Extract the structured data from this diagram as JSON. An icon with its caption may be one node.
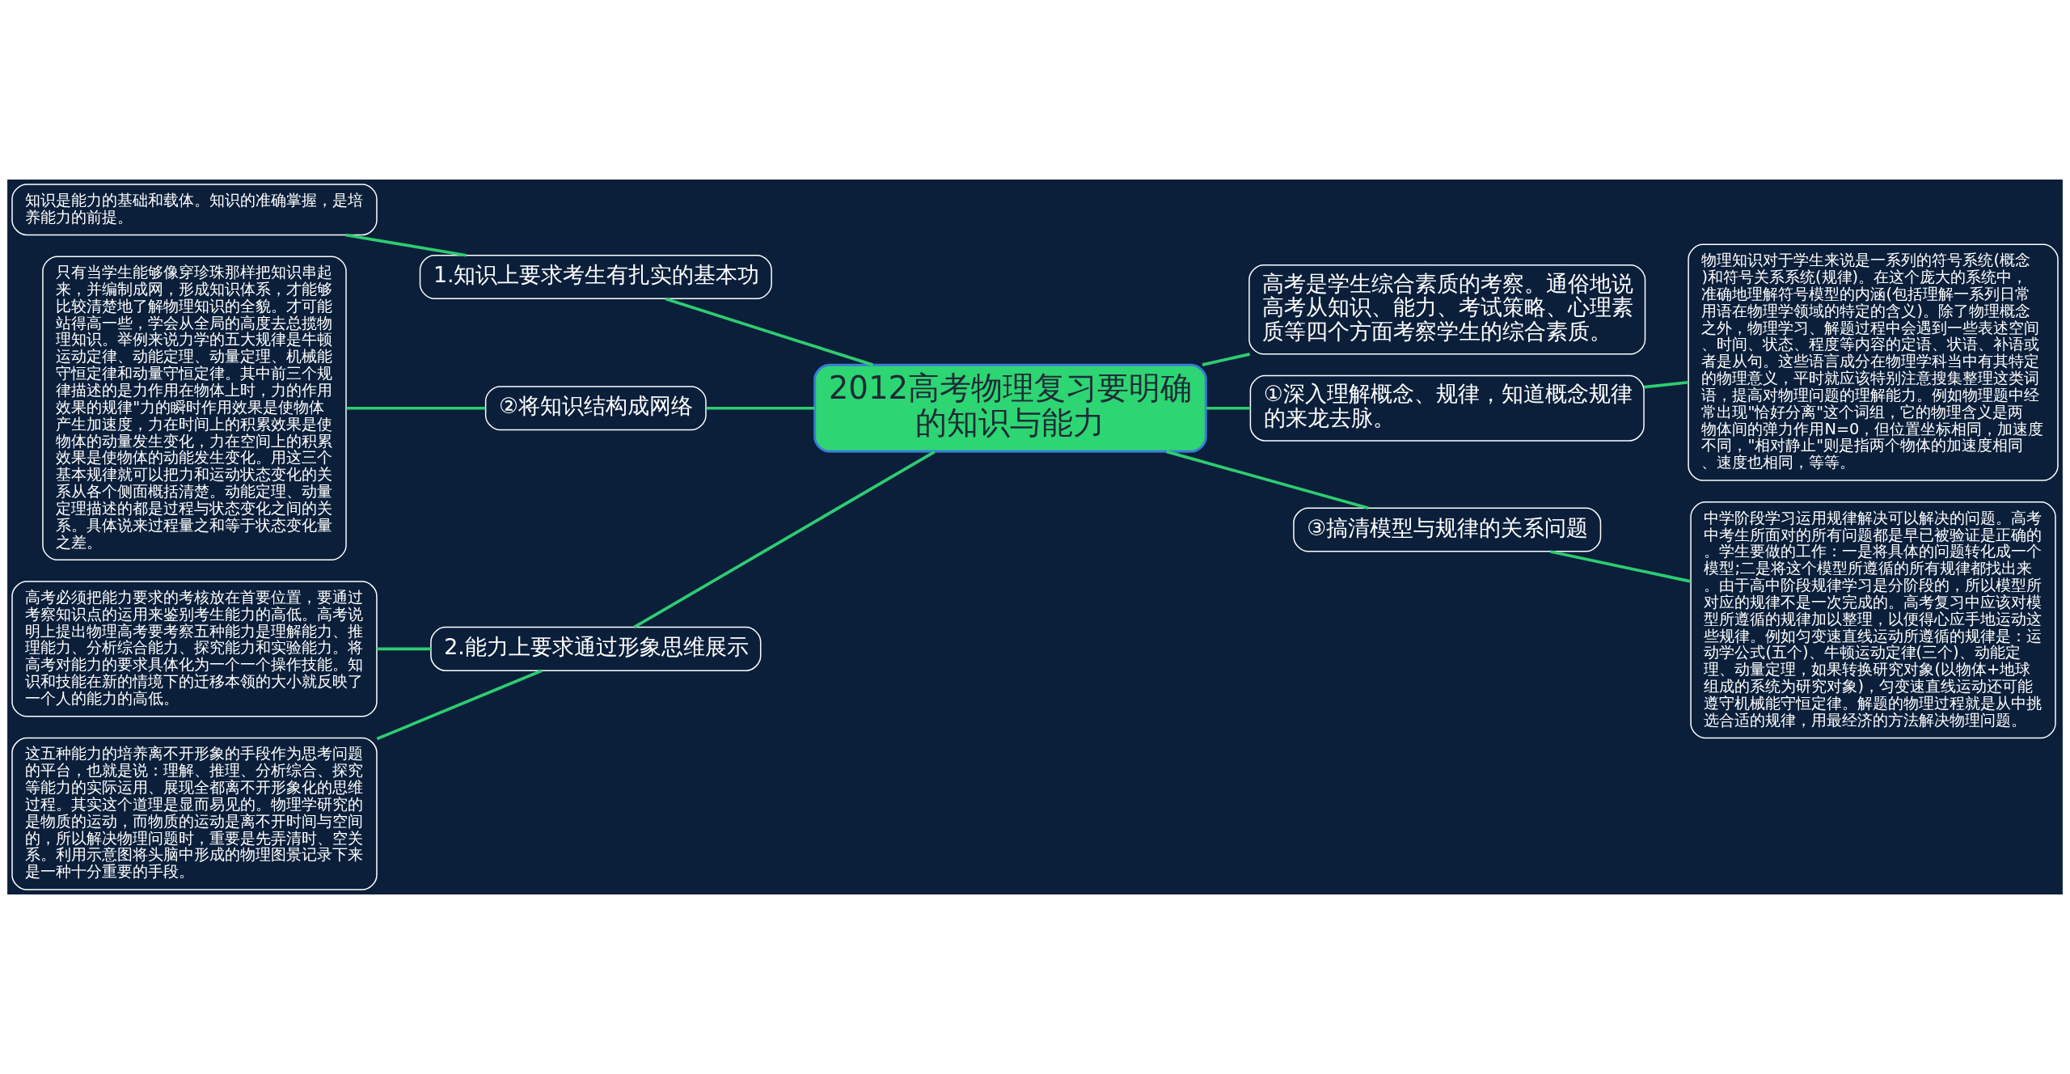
{
  "diagram": {
    "nodes": [
      {
        "text": [
          "2012高考物理复习要明确的知识与能力"
        ]
      },
      {
        "text": [
          "1.知识上要求考生有扎实的基本功"
        ]
      },
      {
        "text": [
          "知识是能力的基础和载体。知识的准确掌握，是培养能力的前提。"
        ]
      },
      {
        "text": [
          "②将知识结构成网络"
        ]
      },
      {
        "text": [
          "只有当学生能够像穿珍珠那样把知识串起来，并编制成网，形成知识体系，才能够比较清楚地了解物理知识的全貌。才可能站得高一些，学会从全局的高度去总揽物理知识。举例来说力学的五大规律是牛顿运动定律、动能定理、动量定理、机械能守恒定律和动量守恒定律。其中前三个规律描述的是力作用在物体上时，力的作用效果的规律\"力的瞬时作用效果是使物体产生加速度，力在时间上的积累效果是使物体的动量发生变化，力在空间上的积累效果是使物体的动能发生变化。用这三个基本规律就可以把力和运动状态变化的关系从各个侧面概括清楚。动能定理、动量定理描述的都是过程与状态变化之间的关系。具体说来过程量之和等于状态变化量之差。"
        ]
      },
      {
        "text": [
          "2.能力上要求通过形象思维展示"
        ]
      },
      {
        "text": [
          "高考必须把能力要求的考核放在首要位置，要通过考察知识点的运用来鉴别考生能力的高低。高考说明上提出物理高考要考察五种能力是理解能力、推理能力、分析综合能力、探究能力和实验能力。将高考对能力的要求具体化为一个一个操作技能。知识和技能在新的情境下的迁移本领的大小就反映了一个人的能力的高低。"
        ]
      },
      {
        "text": [
          "这五种能力的培养离不开形象的手段作为思考问题的平台，也就是说：理解、推理、分析综合、探究等能力的实际运用、展现全都离不开形象化的思维过程。其实这个道理是显而易见的。物理学研究的是物质的运动，而物质的运动是离不开时间与空间的，所以解决物理问题时，重要是先弄清时、空关系。利用示意图将头脑中形成的物理图景记录下来是一种十分重要的手段。"
        ]
      },
      {
        "text": [
          "高考是学生综合素质的考察。通俗地说高考从知识、能力、考试策略、心理素质等四个方面考察学生的综合素质。"
        ]
      },
      {
        "text": [
          "①深入理解概念、规律，知道概念规律的来龙去脉。"
        ]
      },
      {
        "text": [
          "物理知识对于学生来说是一系列的符号系统(概念)和符号关系系统(规律)。在这个庞大的系统中，准确地理解符号模型的内涵(包括理解一系列日常用语在物理学领域的特定的含义)。除了物理概念之外，物理学习、解题过程中会遇到一些表述空间、时间、状态、程度等内容的定语、状语、补语或者是从句。这些语言成分在物理学科当中有其特定的物理意义，平时就应该特别注意搜集整理这类词语，提高对物理问题的理解能力。例如物理题中经常出现\"恰好分离\"这个词组，它的物理含义是两物体间的弹力作用N=0，但位置坐标相同，加速度不同，\"相对静止\"则是指两个物体的加速度相同、速度也相同，等等。"
        ]
      },
      {
        "text": [
          "③搞清模型与规律的关系问题"
        ]
      },
      {
        "text": [
          "中学阶段学习运用规律解决可以解决的问题。高考中考生所面对的所有问题都是早已被验证是正确的。学生要做的工作：一是将具体的问题转化成一个模型;二是将这个模型所遵循的所有规律都找出来。由于高中阶段规律学习是分阶段的，所以模型所对应的规律不是一次完成的。高考复习中应该对模型所遵循的规律加以整理，以便得心应手地运动这些规律。例如匀变速直线运动所遵循的规律是：运动学公式(五个)、牛顿运动定律(三个)、动能定理、动量定理，如果转换研究对象(以物体+地球组成的系统为研究对象)，匀变速直线运动还可能遵守机械能守恒定律。解题的物理过程就是从中挑选合适的规律，用最经济的方法解决物理问题。"
        ]
      }
    ],
    "edges": [
      {
        "from": 1,
        "to": 0,
        "arrow": "none"
      },
      {
        "from": 2,
        "to": 1,
        "arrow": "none"
      },
      {
        "from": 3,
        "to": 0,
        "arrow": "none"
      },
      {
        "from": 4,
        "to": 3,
        "arrow": "none"
      },
      {
        "from": 5,
        "to": 0,
        "arrow": "none"
      },
      {
        "from": 6,
        "to": 5,
        "arrow": "none"
      },
      {
        "from": 7,
        "to": 5,
        "arrow": "none"
      },
      {
        "from": 0,
        "to": 8,
        "arrow": "none"
      },
      {
        "from": 0,
        "to": 9,
        "arrow": "none"
      },
      {
        "from": 9,
        "to": 10,
        "arrow": "none"
      },
      {
        "from": 0,
        "to": 11,
        "arrow": "none"
      },
      {
        "from": 11,
        "to": 12,
        "arrow": "none"
      }
    ]
  }
}
